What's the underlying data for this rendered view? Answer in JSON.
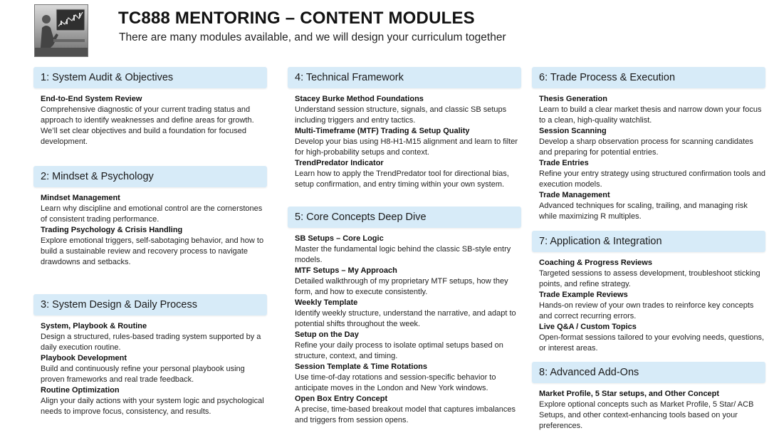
{
  "header": {
    "title": "TC888 MENTORING – CONTENT MODULES",
    "subtitle": "There are many modules available, and we will design your curriculum together"
  },
  "columns": [
    {
      "modules": [
        {
          "header": "1: System Audit & Objectives",
          "items": [
            {
              "title": "End-to-End System Review",
              "desc": "Comprehensive diagnostic of your current trading status and approach to identify weaknesses and define areas for growth. We’ll set clear objectives and build a foundation for focused development."
            }
          ]
        },
        {
          "header": "2: Mindset & Psychology",
          "items": [
            {
              "title": "Mindset Management",
              "desc": "Learn why discipline and emotional control are the cornerstones of consistent trading performance."
            },
            {
              "title": "Trading Psychology & Crisis Handling",
              "desc": "Explore emotional triggers, self-sabotaging behavior, and how to build a sustainable review and recovery process to navigate drawdowns and setbacks."
            }
          ]
        },
        {
          "header": "3: System Design & Daily Process",
          "items": [
            {
              "title": "System, Playbook & Routine",
              "desc": "Design a structured, rules-based trading system supported by a daily execution routine."
            },
            {
              "title": "Playbook Development",
              "desc": "Build and continuously refine your personal playbook using proven frameworks and real trade feedback."
            },
            {
              "title": "Routine Optimization",
              "desc": "Align your daily actions with your system logic and psychological needs to improve focus, consistency, and results."
            }
          ]
        }
      ]
    },
    {
      "modules": [
        {
          "header": "4: Technical Framework",
          "items": [
            {
              "title": "Stacey Burke Method Foundations",
              "desc": "Understand session structure, signals, and classic SB setups including triggers and entry tactics."
            },
            {
              "title": "Multi-Timeframe (MTF) Trading & Setup Quality",
              "desc": "Develop your bias using H8-H1-M15 alignment and learn to filter for high-probability setups and context."
            },
            {
              "title": "TrendPredator Indicator",
              "desc": "Learn how to apply the TrendPredator tool for directional bias, setup confirmation, and entry timing within your own system."
            }
          ]
        },
        {
          "header": "5: Core Concepts Deep Dive",
          "items": [
            {
              "title": "SB Setups – Core Logic",
              "desc": "Master the fundamental logic behind the classic SB-style entry models."
            },
            {
              "title": "MTF Setups – My Approach",
              "desc": "Detailed walkthrough of my proprietary MTF setups, how they form, and how to execute consistently."
            },
            {
              "title": "Weekly Template",
              "desc": "Identify weekly structure, understand the narrative, and adapt to potential shifts throughout the week."
            },
            {
              "title": "Setup on the Day",
              "desc": "Refine your daily process to isolate optimal setups based on structure, context, and timing."
            },
            {
              "title": "Session Template & Time Rotations",
              "desc": "Use time-of-day rotations and session-specific behavior to anticipate moves in the London and New York windows."
            },
            {
              "title": "Open Box Entry Concept",
              "desc": "A precise, time-based breakout model that captures imbalances and triggers from session opens."
            }
          ]
        }
      ]
    },
    {
      "modules": [
        {
          "header": "6: Trade Process & Execution",
          "items": [
            {
              "title": "Thesis Generation",
              "desc": "Learn to build a clear market thesis and narrow down your focus to a clean, high-quality watchlist."
            },
            {
              "title": "Session Scanning",
              "desc": "Develop a sharp observation process for scanning candidates and preparing for potential entries."
            },
            {
              "title": "Trade Entries",
              "desc": "Refine your entry strategy using structured confirmation tools and execution models."
            },
            {
              "title": "Trade Management",
              "desc": "Advanced techniques for scaling, trailing, and managing risk while maximizing R multiples."
            }
          ]
        },
        {
          "header": "7: Application & Integration",
          "items": [
            {
              "title": "Coaching & Progress Reviews",
              "desc": "Targeted sessions to assess development, troubleshoot sticking points, and refine strategy."
            },
            {
              "title": "Trade Example Reviews",
              "desc": "Hands-on review of your own trades to reinforce key concepts and correct recurring errors."
            },
            {
              "title": "Live Q&A / Custom Topics",
              "desc": "Open-format sessions tailored to your evolving needs, questions, or interest areas."
            }
          ]
        },
        {
          "header": "8: Advanced Add-Ons",
          "items": [
            {
              "title": "Market Profile, 5 Star setups, and Other Concept",
              "desc": "Explore optional concepts such as Market Profile, 5 Star/ ACB Setups, and other context-enhancing tools based on your preferences."
            }
          ]
        }
      ]
    }
  ]
}
